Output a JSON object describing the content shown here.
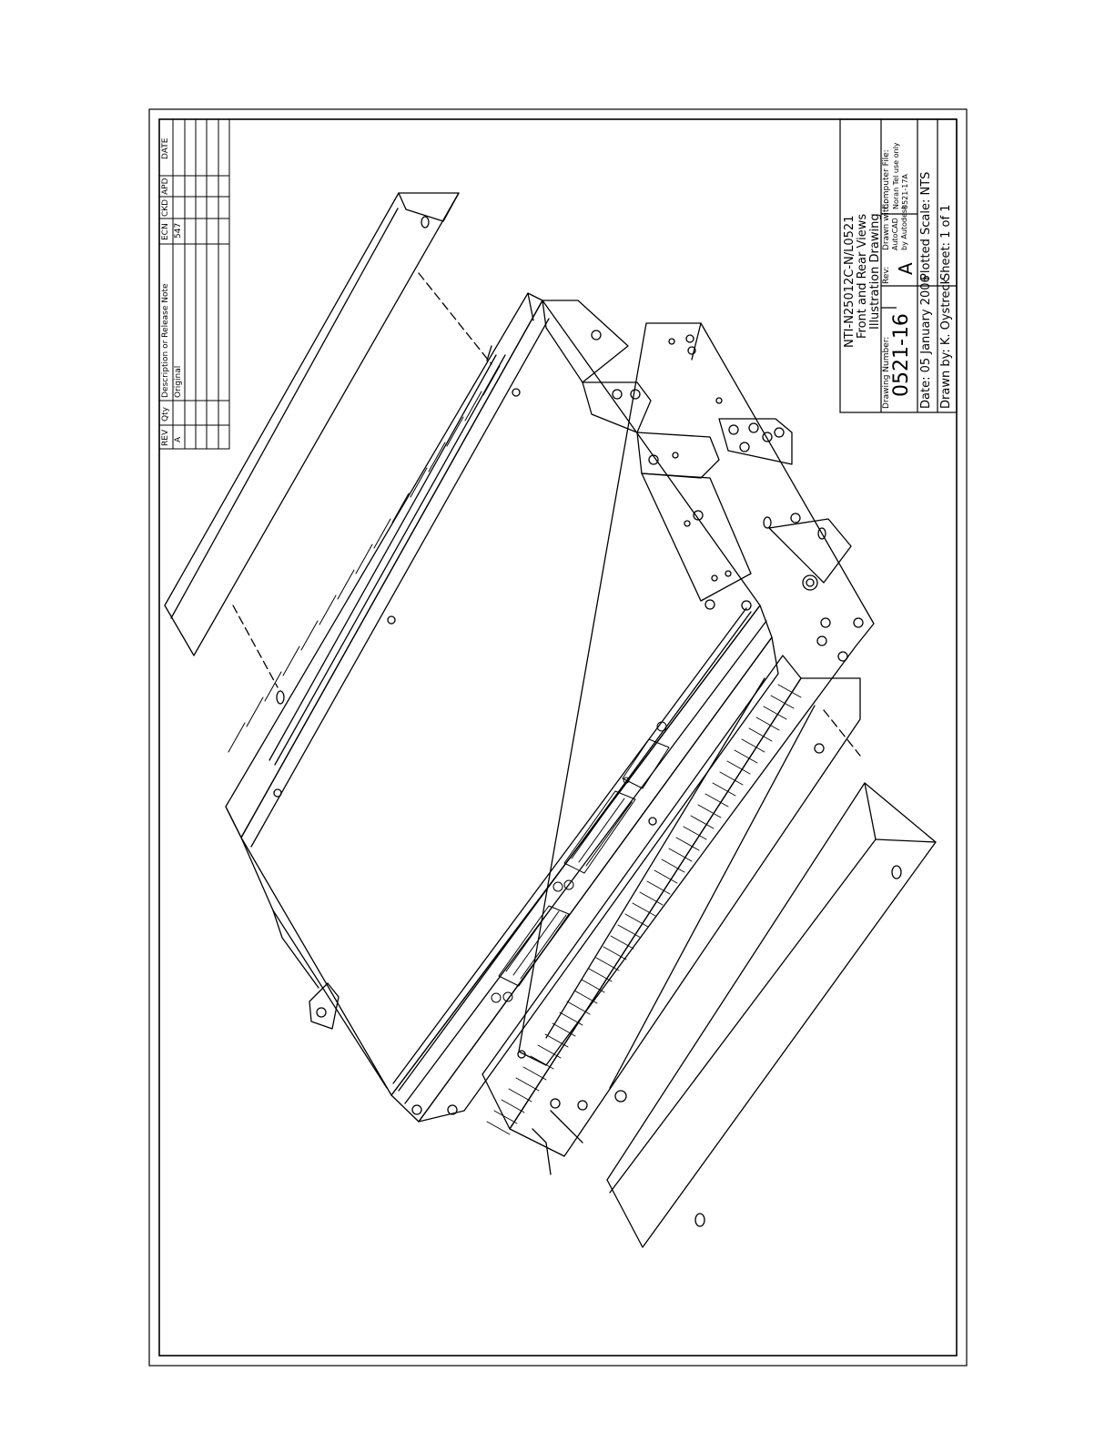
{
  "revision_table": {
    "headers": [
      "REV",
      "Qty",
      "Description or Release Note",
      "ECN",
      "CKD",
      "APD",
      "DATE"
    ],
    "rows": [
      {
        "rev": "A",
        "qty": "",
        "description": "Original",
        "ecn": "547",
        "ckd": "",
        "apd": "",
        "date": ""
      }
    ]
  },
  "title_block": {
    "title_lines": [
      "NTI-N25012C-N/L0521",
      "Front and Rear Views",
      "Illustration Drawing"
    ],
    "drawing_number_label": "Drawing Number:",
    "drawing_number": "0521-16",
    "rev_label": "Rev:",
    "rev_value": "A",
    "drawn_with_lines": [
      "Drawn with:",
      "AutoCAD",
      "by Autodesk"
    ],
    "computer_file_lines": [
      "Computer File:",
      "Noran Tel use only",
      "0521-17A"
    ],
    "date": "Date: 05 January 2006",
    "plotted_scale": "Plotted Scale: NTS",
    "drawn_by": "Drawn by: K. Oystreck",
    "sheet": "Sheet: 1 of 1"
  },
  "colors": {
    "ink": "#000000",
    "paper": "#ffffff"
  }
}
